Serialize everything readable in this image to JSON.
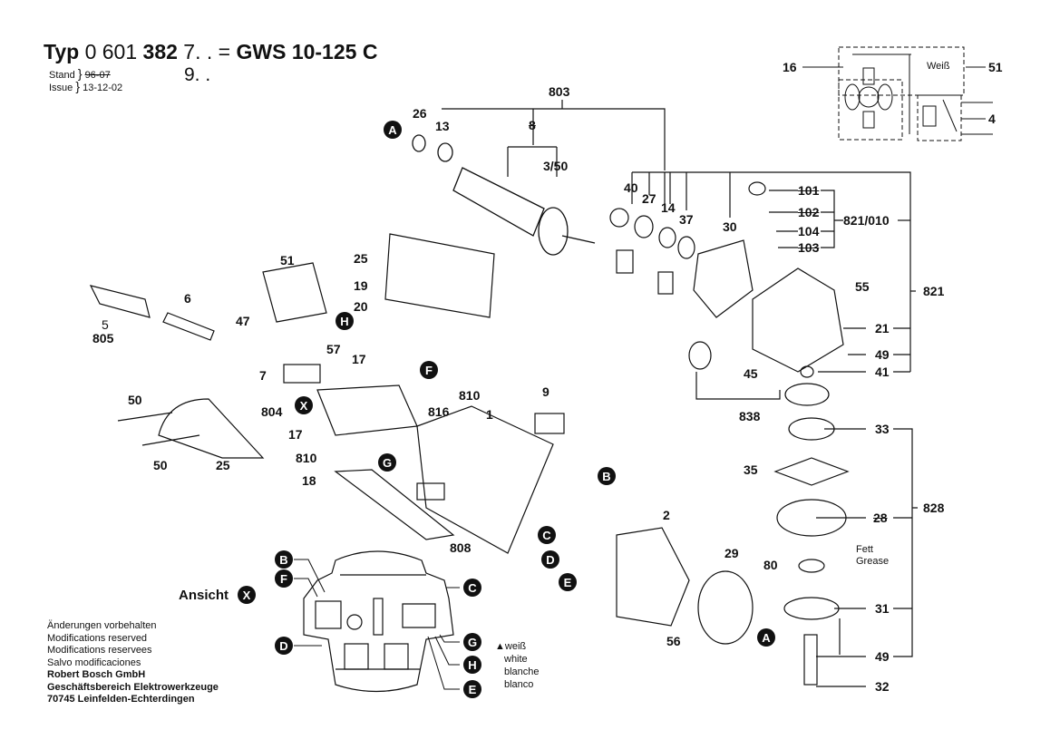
{
  "header": {
    "typ_label": "Typ",
    "typ_number_prefix": "0 601",
    "typ_number_main": "382",
    "typ_variant_1": "7. .",
    "equals": "=",
    "model": "GWS 10-125 C",
    "typ_variant_2": "9. .",
    "stand_label": "Stand",
    "issue_label": "Issue",
    "stand_struck": "96-07",
    "issue_date": "13-12-02"
  },
  "wiring_diagram": {
    "labels": [
      "16",
      "51",
      "4"
    ],
    "wire_color_text": "Weiß"
  },
  "parts": {
    "top": [
      "803",
      "26",
      "13",
      "8",
      "3/50",
      "40",
      "27",
      "14",
      "37",
      "30"
    ],
    "gear_head": [
      "101",
      "102",
      "104",
      "103",
      "821/010",
      "821",
      "55",
      "21",
      "49",
      "41",
      "45",
      "838"
    ],
    "cord_switch": [
      "5",
      "805",
      "6",
      "51",
      "47",
      "57",
      "7",
      "804",
      "25",
      "19",
      "20"
    ],
    "brush_area": [
      "17",
      "17",
      "810",
      "816",
      "810",
      "18",
      "9",
      "1",
      "808"
    ],
    "cover": [
      "50",
      "50",
      "25"
    ],
    "stator": [
      "2",
      "29",
      "56"
    ],
    "flange": [
      "33",
      "35",
      "28",
      "80",
      "31",
      "49",
      "32",
      "828"
    ],
    "grease_note": [
      "Fett",
      "Grease"
    ]
  },
  "badges": [
    "A",
    "B",
    "C",
    "D",
    "E",
    "F",
    "G",
    "H",
    "X"
  ],
  "view_x": {
    "label": "Ansicht",
    "badge": "X"
  },
  "white_legend": {
    "symbol": "▲",
    "lines": [
      "weiß",
      "white",
      "blanche",
      "blanco"
    ]
  },
  "footer": {
    "lines": [
      "Änderungen vorbehalten",
      "Modifications reserved",
      "Modifications reservees",
      "Salvo modificaciones"
    ],
    "company": [
      "Robert Bosch GmbH",
      "Geschäftsbereich Elektrowerkzeuge",
      "70745 Leinfelden-Echterdingen"
    ]
  }
}
